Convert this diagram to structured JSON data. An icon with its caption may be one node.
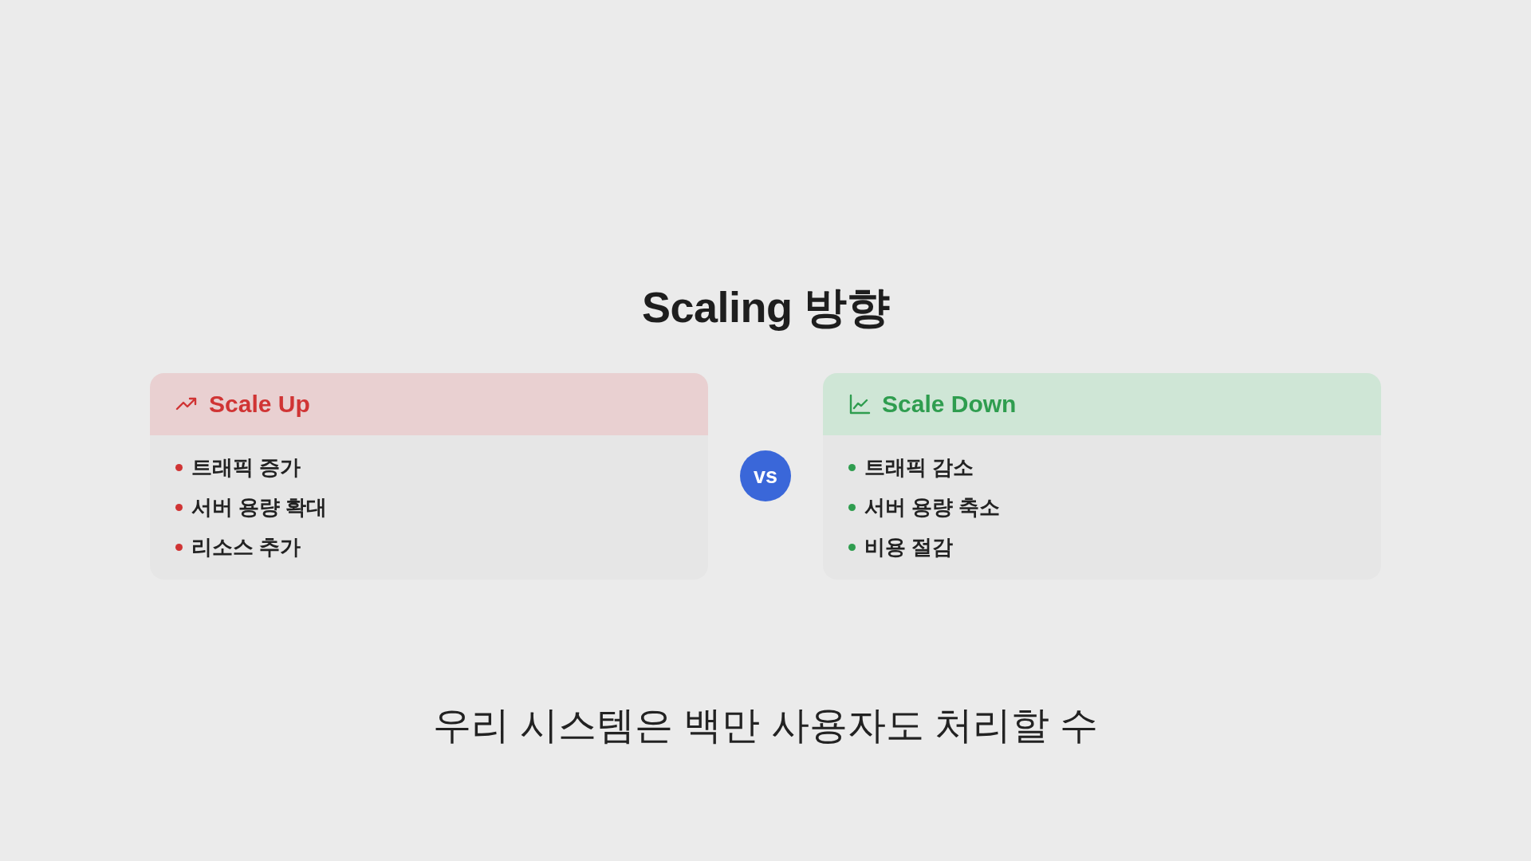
{
  "diagram": {
    "title": "Scaling 방향",
    "caption": "우리 시스템은 백만 사용자도 처리할 수",
    "nodes": [
      {
        "text": [
          "Scale Up",
          "트래픽 증가",
          "서버 용량 확대",
          "리소스 추가"
        ]
      },
      {
        "text": [
          "vs"
        ]
      },
      {
        "text": [
          "Scale Down",
          "트래픽 감소",
          "서버 용량 축소",
          "비용 절감"
        ]
      }
    ]
  }
}
